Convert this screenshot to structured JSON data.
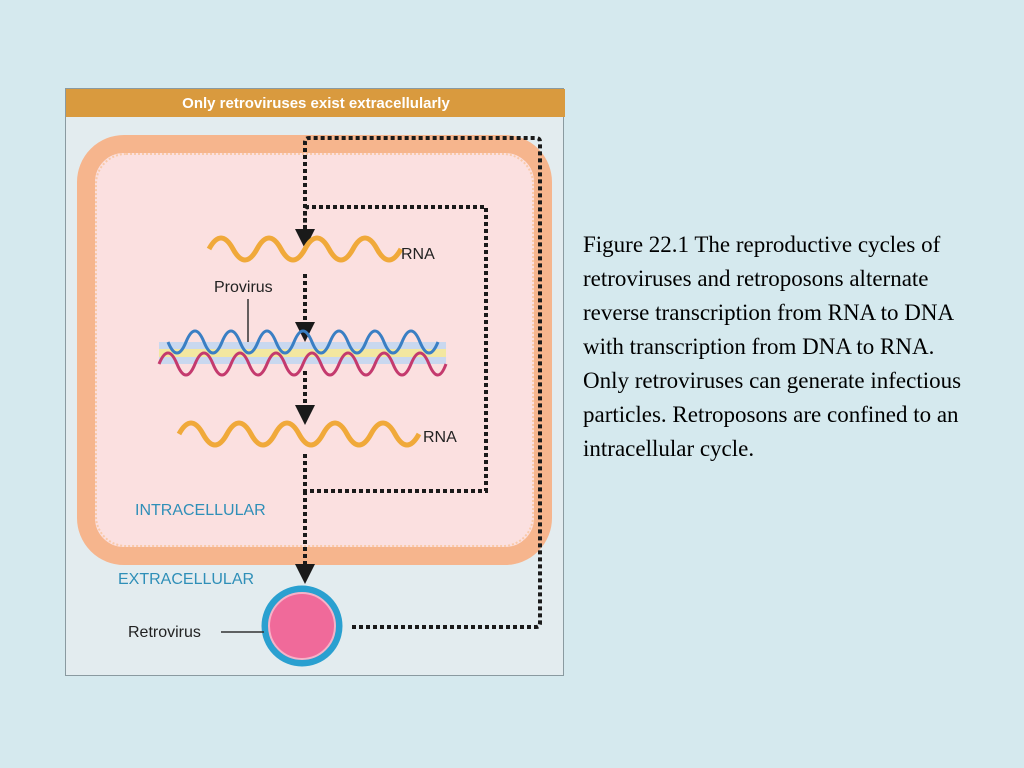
{
  "figure": {
    "header_title": "Only retroviruses exist extracellularly",
    "labels": {
      "rna_top": "RNA",
      "provirus": "Provirus",
      "rna_bottom": "RNA",
      "intracellular": "INTRACELLULAR",
      "extracellular": "EXTRACELLULAR",
      "retrovirus": "Retrovirus"
    },
    "colors": {
      "header": "#d99a3e",
      "cell_membrane": "#f6b58d",
      "cytoplasm": "#fbe0e0",
      "rna_strand": "#f0a93a",
      "dna_strand_a": "#c43a6e",
      "dna_strand_b": "#3a7fc4",
      "region_label": "#2f8fb8",
      "virus_core": "#f06a9a",
      "virus_shell": "#2aa0d0"
    }
  },
  "caption": "Figure 22.1  The reproductive cycles of retroviruses and retroposons alternate reverse transcription from RNA to DNA with transcription from DNA to RNA. Only retroviruses can generate infectious particles. Retroposons are confined to an intracellular cycle."
}
